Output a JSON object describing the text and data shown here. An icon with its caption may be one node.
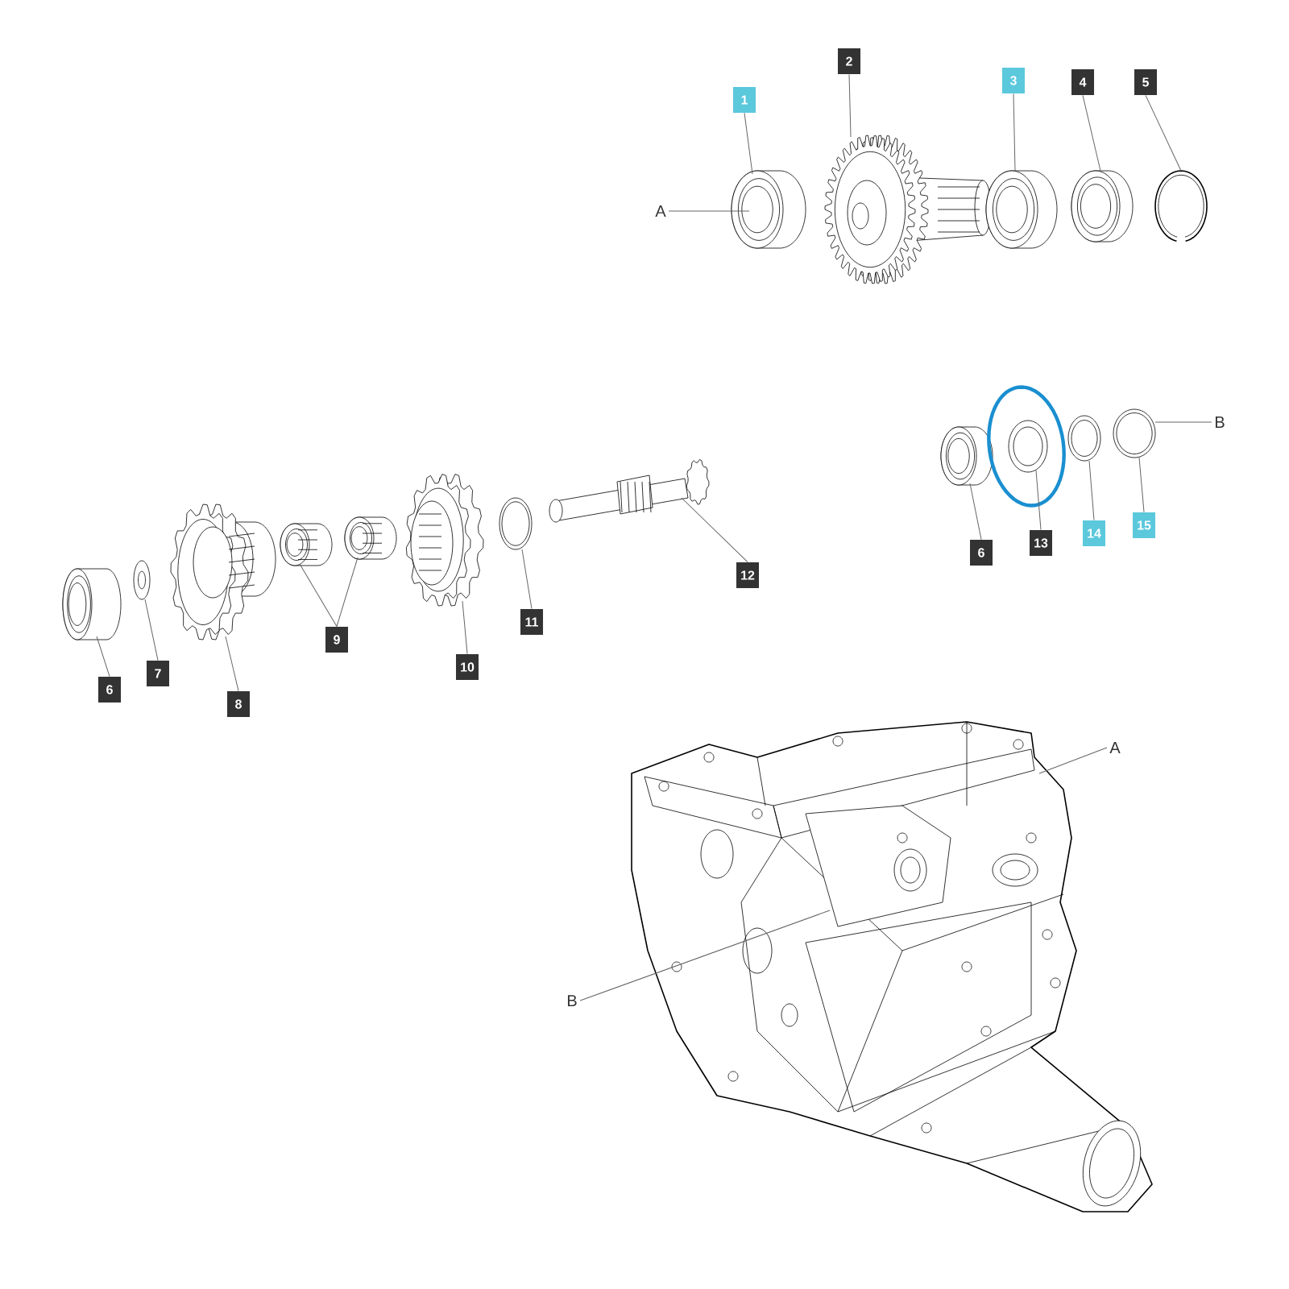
{
  "diagram": {
    "nodes": [
      {
        "text": [
          "1"
        ]
      },
      {
        "text": [],
        "shape": "picture"
      },
      {
        "text": [
          "2"
        ]
      },
      {
        "text": [],
        "shape": "picture"
      },
      {
        "text": [
          "3"
        ]
      },
      {
        "text": [],
        "shape": "picture"
      },
      {
        "text": [
          "4"
        ]
      },
      {
        "text": [],
        "shape": "picture"
      },
      {
        "text": [
          "5"
        ]
      },
      {
        "text": [],
        "shape": "picture"
      },
      {
        "text": [
          "A"
        ]
      },
      {
        "text": [
          "6"
        ]
      },
      {
        "text": [],
        "shape": "picture"
      },
      {
        "text": [
          "7"
        ]
      },
      {
        "text": [],
        "shape": "picture"
      },
      {
        "text": [
          "8"
        ]
      },
      {
        "text": [],
        "shape": "picture"
      },
      {
        "text": [
          "9"
        ]
      },
      {
        "text": [],
        "shape": "picture"
      },
      {
        "text": [],
        "shape": "picture"
      },
      {
        "text": [
          "10"
        ]
      },
      {
        "text": [],
        "shape": "picture"
      },
      {
        "text": [
          "11"
        ]
      },
      {
        "text": [],
        "shape": "picture"
      },
      {
        "text": [
          "12"
        ]
      },
      {
        "text": [],
        "shape": "picture"
      },
      {
        "text": [
          "6"
        ]
      },
      {
        "text": [],
        "shape": "picture"
      },
      {
        "text": [
          "13"
        ]
      },
      {
        "text": [],
        "shape": "picture"
      },
      {
        "text": [
          "14"
        ]
      },
      {
        "text": [],
        "shape": "picture"
      },
      {
        "text": [
          "15"
        ]
      },
      {
        "text": [],
        "shape": "picture"
      },
      {
        "text": [
          "B"
        ]
      },
      {
        "text": [],
        "shape": "picture"
      },
      {
        "text": [
          "A"
        ]
      },
      {
        "text": [
          "B"
        ]
      }
    ],
    "edges": [
      {
        "from": 0,
        "to": 1,
        "arrow": "none"
      },
      {
        "from": 2,
        "to": 3,
        "arrow": "none"
      },
      {
        "from": 4,
        "to": 5,
        "arrow": "none"
      },
      {
        "from": 6,
        "to": 7,
        "arrow": "none"
      },
      {
        "from": 8,
        "to": 9,
        "arrow": "none"
      },
      {
        "from": 10,
        "to": 1,
        "arrow": "none"
      },
      {
        "from": 11,
        "to": 12,
        "arrow": "none"
      },
      {
        "from": 13,
        "to": 14,
        "arrow": "none"
      },
      {
        "from": 15,
        "to": 16,
        "arrow": "none"
      },
      {
        "from": 17,
        "to": 18,
        "arrow": "none"
      },
      {
        "from": 17,
        "to": 19,
        "arrow": "none"
      },
      {
        "from": 20,
        "to": 21,
        "arrow": "none"
      },
      {
        "from": 22,
        "to": 23,
        "arrow": "none"
      },
      {
        "from": 24,
        "to": 25,
        "arrow": "none"
      },
      {
        "from": 26,
        "to": 27,
        "arrow": "none"
      },
      {
        "from": 28,
        "to": 29,
        "arrow": "none"
      },
      {
        "from": 30,
        "to": 31,
        "arrow": "none"
      },
      {
        "from": 32,
        "to": 33,
        "arrow": "none"
      },
      {
        "from": 34,
        "to": 33,
        "arrow": "none"
      },
      {
        "from": 36,
        "to": 35,
        "arrow": "none"
      },
      {
        "from": 37,
        "to": 35,
        "arrow": "none"
      }
    ]
  }
}
